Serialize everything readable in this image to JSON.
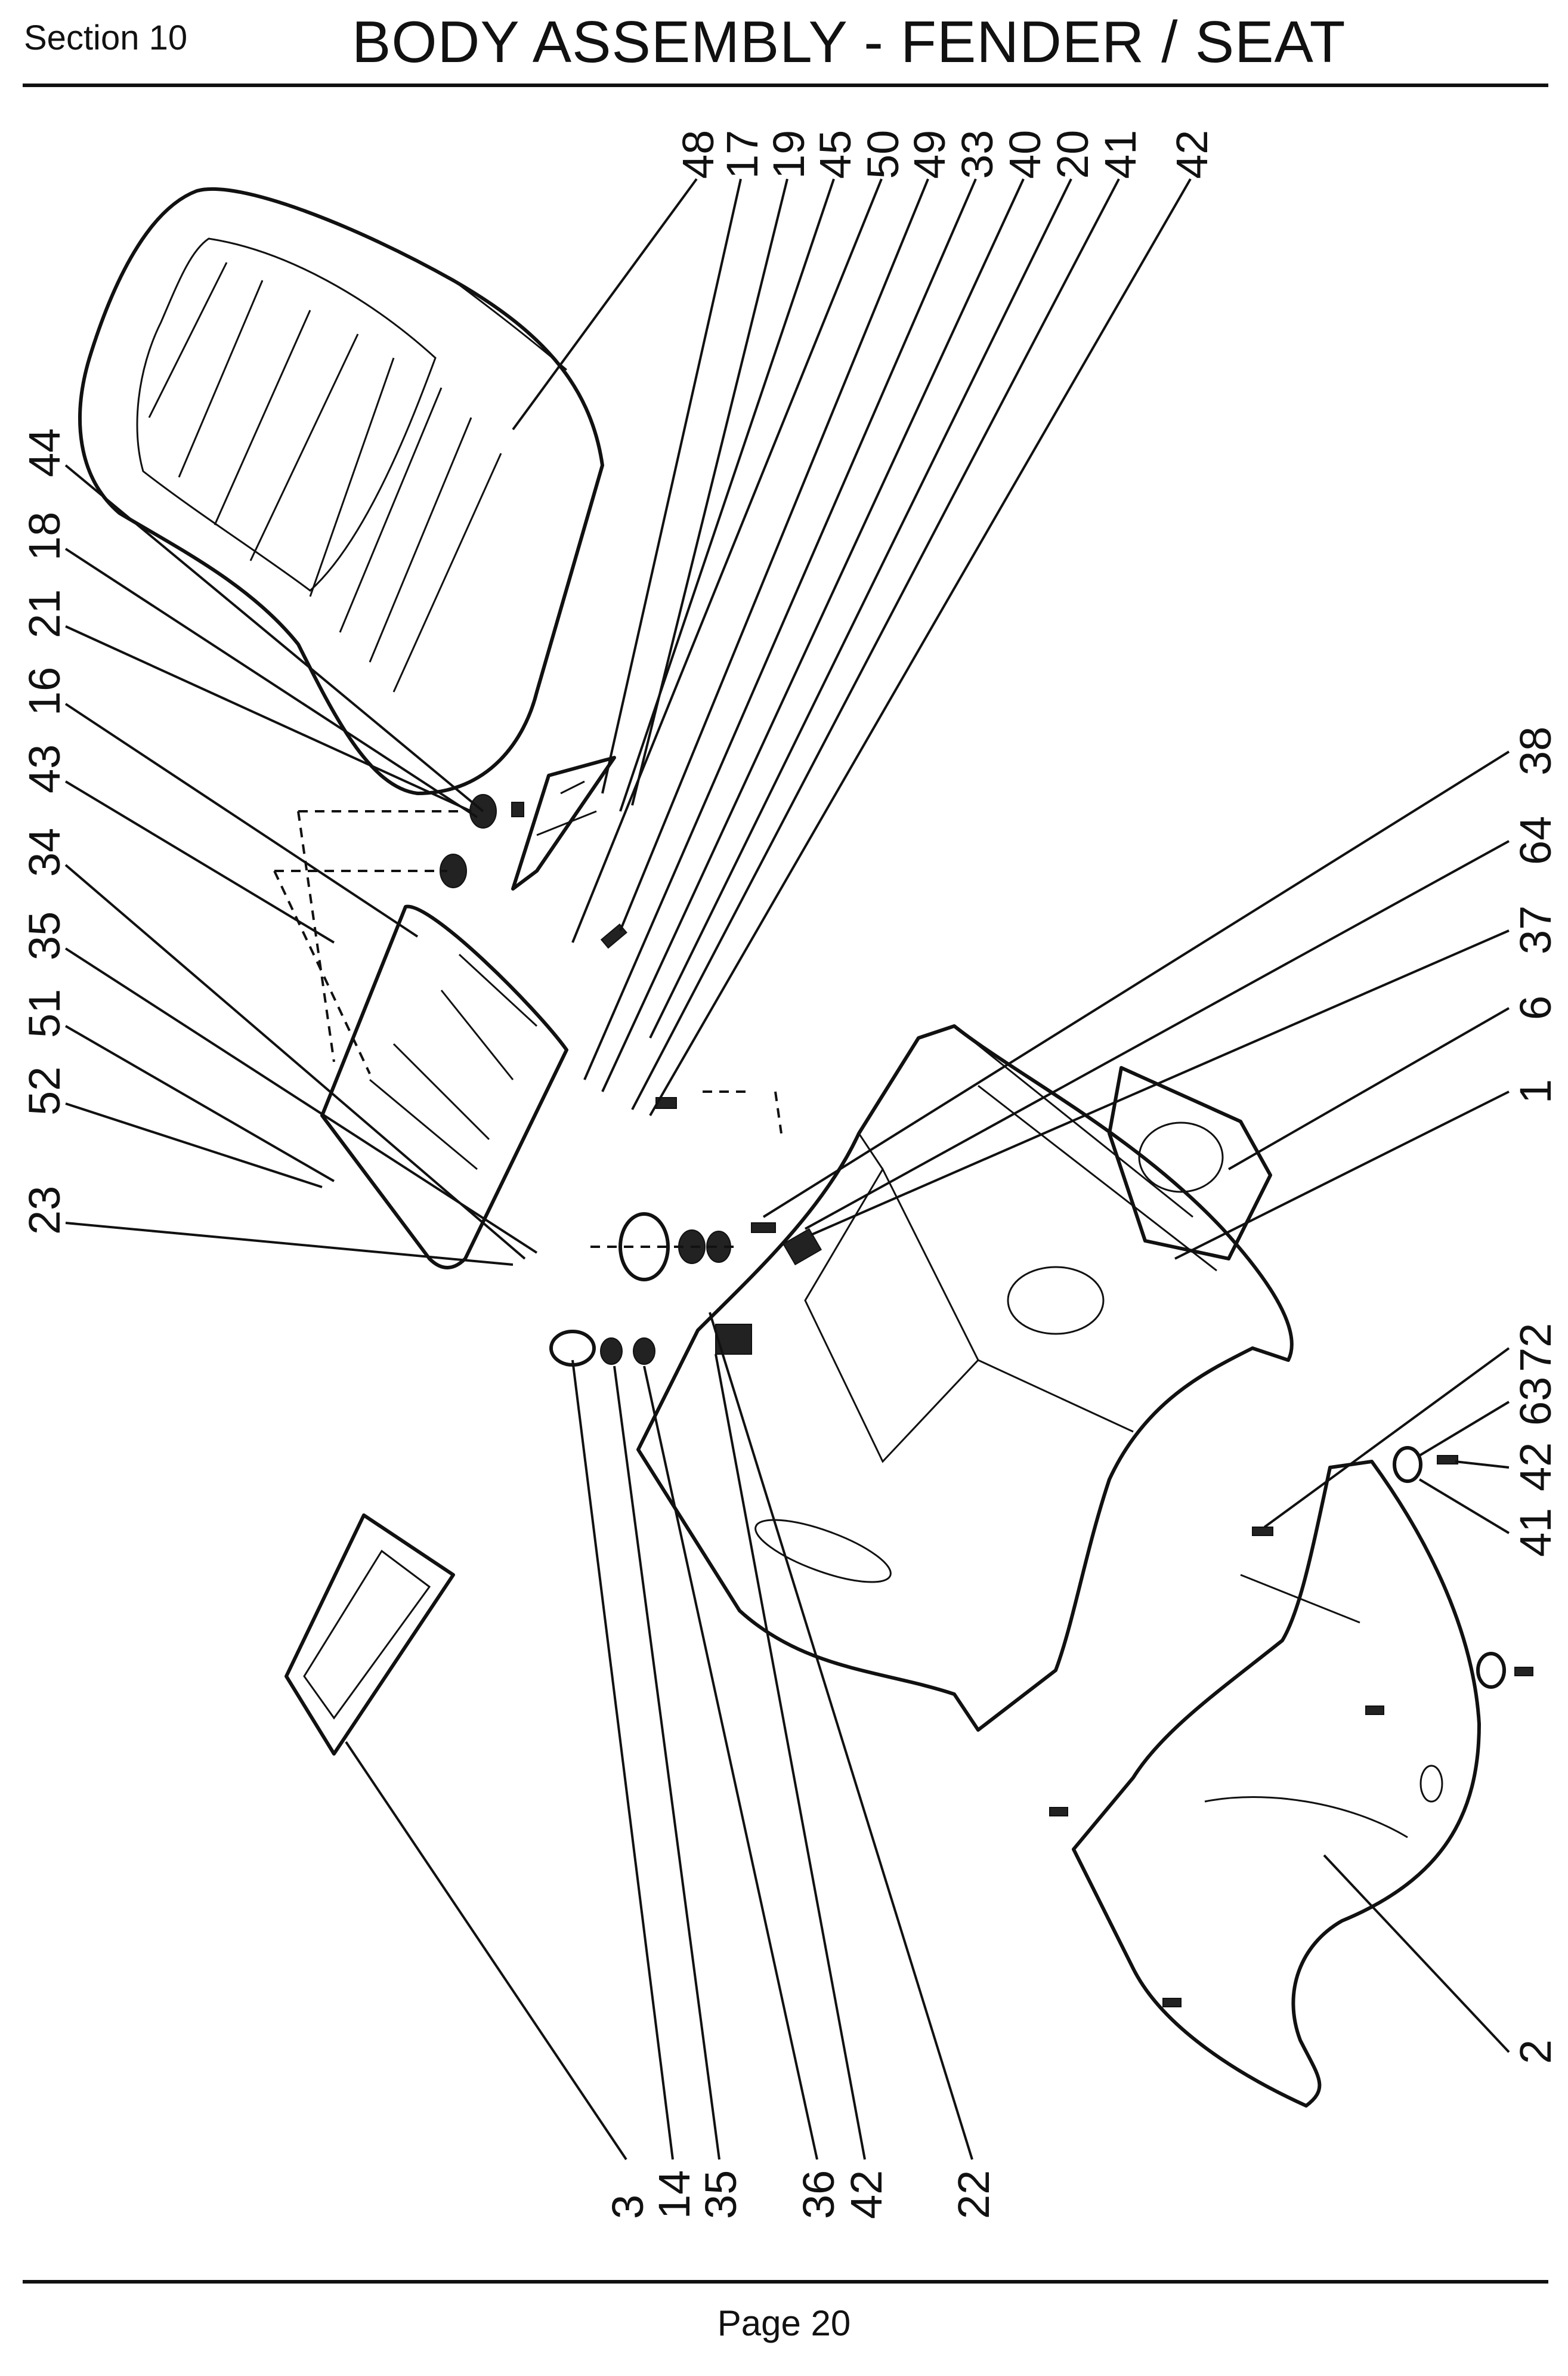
{
  "header": {
    "section": "Section 10",
    "title": "BODY ASSEMBLY - FENDER / SEAT"
  },
  "footer": {
    "page": "Page 20"
  },
  "callouts": {
    "top": [
      "48",
      "17",
      "19",
      "45",
      "50",
      "49",
      "33",
      "40",
      "20",
      "41",
      "42"
    ],
    "left": [
      "44",
      "18",
      "21",
      "16",
      "43",
      "34",
      "35",
      "51",
      "52",
      "23"
    ],
    "right": [
      "38",
      "64",
      "37",
      "6",
      "1",
      "72",
      "63",
      "42",
      "41",
      "2"
    ],
    "bottom": [
      "3",
      "14",
      "35",
      "36",
      "42",
      "22"
    ]
  }
}
